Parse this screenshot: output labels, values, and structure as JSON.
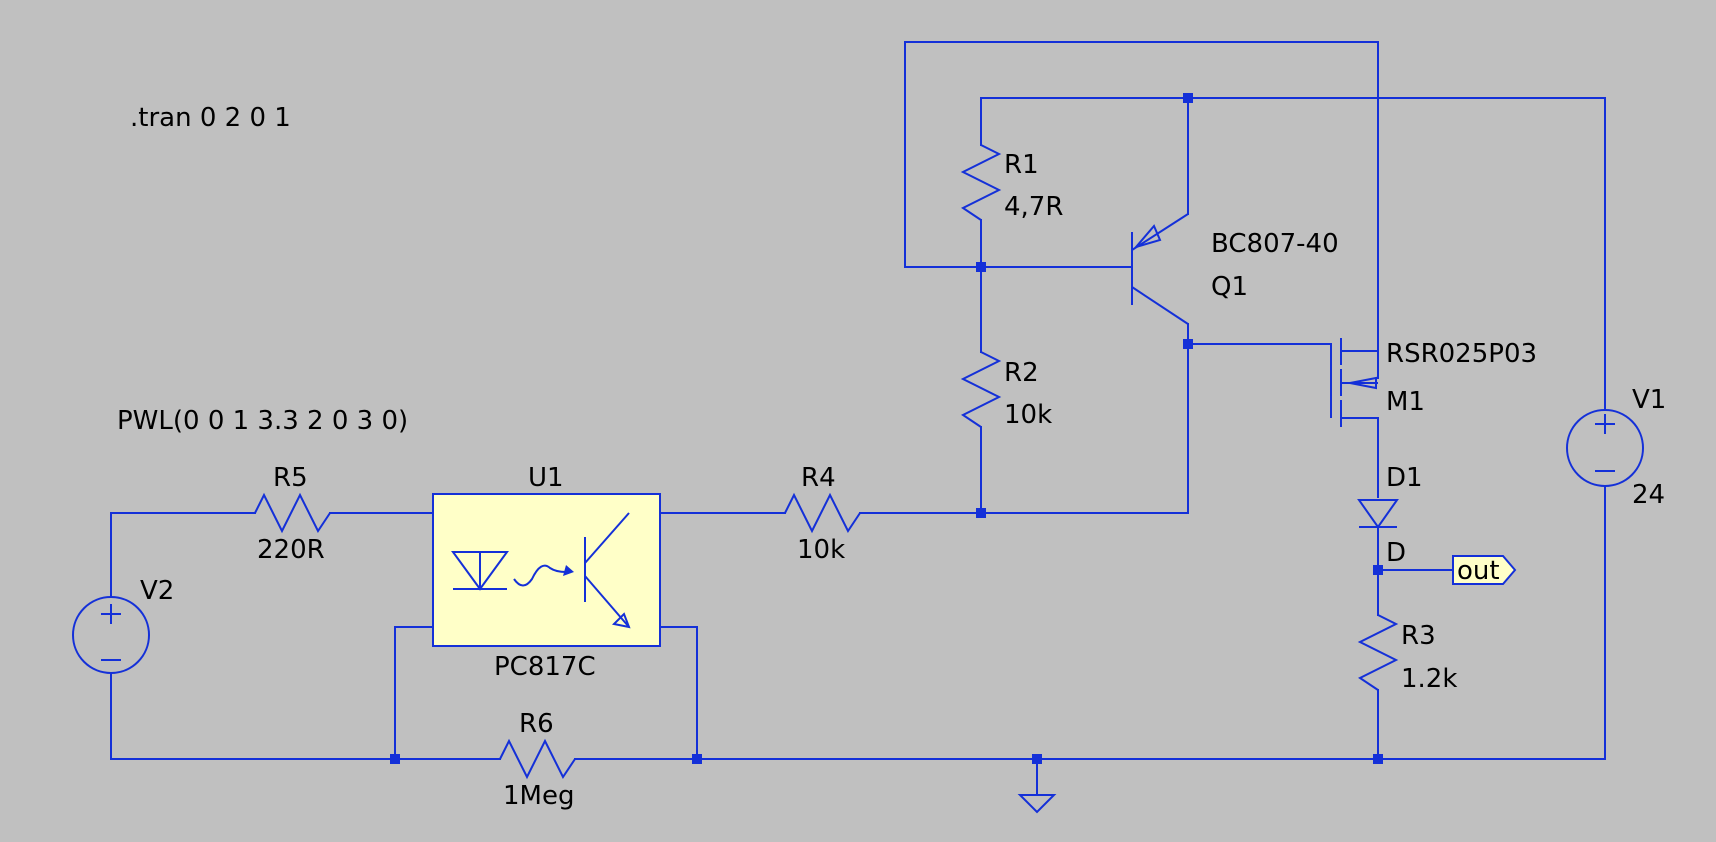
{
  "directives": {
    "tran": ".tran 0 2 0 1",
    "pwl": "PWL(0 0 1 3.3 2 0 3 0)"
  },
  "components": {
    "r1": {
      "name": "R1",
      "value": "4,7R"
    },
    "r2": {
      "name": "R2",
      "value": "10k"
    },
    "r3": {
      "name": "R3",
      "value": "1.2k"
    },
    "r4": {
      "name": "R4",
      "value": "10k"
    },
    "r5": {
      "name": "R5",
      "value": "220R"
    },
    "r6": {
      "name": "R6",
      "value": "1Meg"
    },
    "q1": {
      "name": "Q1",
      "value": "BC807-40"
    },
    "m1": {
      "name": "M1",
      "value": "RSR025P03"
    },
    "d1": {
      "name": "D1"
    },
    "u1": {
      "name": "U1",
      "value": "PC817C"
    },
    "v1": {
      "name": "V1",
      "value": "24"
    },
    "v2": {
      "name": "V2"
    }
  },
  "nets": {
    "d_label": "D",
    "out_flag": "out"
  },
  "colors": {
    "background": "#c0c0c0",
    "wire": "#1430d8",
    "component_fill": "#ffffc8",
    "text": "#000000"
  }
}
